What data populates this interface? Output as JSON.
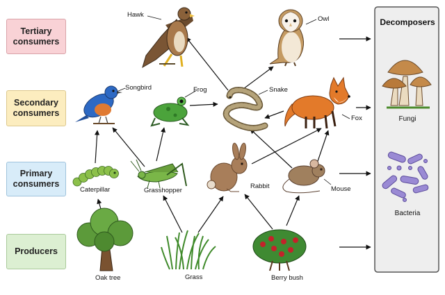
{
  "levels": {
    "tertiary": "Tertiary consumers",
    "secondary": "Secondary consumers",
    "primary": "Primary consumers",
    "producers": "Producers"
  },
  "organisms": {
    "hawk": "Hawk",
    "owl": "Owl",
    "songbird": "Songbird",
    "frog": "Frog",
    "snake": "Snake",
    "fox": "Fox",
    "caterpillar": "Caterpillar",
    "grasshopper": "Grasshopper",
    "rabbit": "Rabbit",
    "mouse": "Mouse",
    "oak_tree": "Oak tree",
    "grass": "Grass",
    "berry_bush": "Berry bush"
  },
  "decomposers": {
    "title": "Decomposers",
    "fungi": "Fungi",
    "bacteria": "Bacteria"
  },
  "colors": {
    "tertiary_band": "#f9d2d6",
    "secondary_band": "#fcedbf",
    "primary_band": "#d8ecf9",
    "producers_band": "#dcefd2",
    "decomposer_panel": "#eeeeee",
    "arrow": "#111111"
  }
}
